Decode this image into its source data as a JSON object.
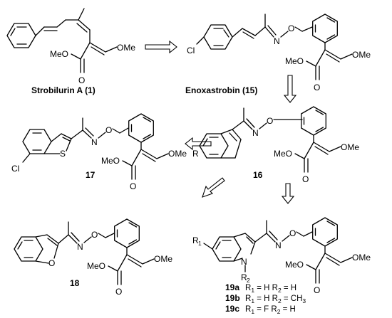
{
  "compounds": {
    "strobilurin": {
      "name": "Strobilurin A (1)"
    },
    "enoxastrobin": {
      "name": "Enoxastrobin (15)",
      "cl": "Cl"
    },
    "c17": {
      "name": "17",
      "s": "S",
      "cl": "Cl"
    },
    "c16": {
      "name": "16",
      "r": "R"
    },
    "c18": {
      "name": "18",
      "o": "O"
    },
    "c19": {
      "r1": "R",
      "r1_sub": "1",
      "n": "N",
      "r2": "R",
      "r2_sub": "2",
      "variants": [
        {
          "id": "19a",
          "r": "R",
          "r1_sub": "1",
          "r1_val": " = H ",
          "r2_sub": "2",
          "r2_val": " = H"
        },
        {
          "id": "19b",
          "r": "R",
          "r1_sub": "1",
          "r1_val": " = H ",
          "r2_sub": "2",
          "r2_val": " = CH",
          "r2_val_sub": "3"
        },
        {
          "id": "19c",
          "r": "R",
          "r1_sub": "1",
          "r1_val": " = F ",
          "r2_sub": "2",
          "r2_val": " = H"
        }
      ]
    }
  },
  "fragments": {
    "meo": "MeO",
    "ome": "OMe",
    "o": "O",
    "n": "N"
  },
  "arrows": [
    {
      "name": "arrow-strobilurin-to-enoxastrobin",
      "direction": "right"
    },
    {
      "name": "arrow-enoxastrobin-to-16",
      "direction": "down"
    },
    {
      "name": "arrow-16-to-17",
      "direction": "left"
    },
    {
      "name": "arrow-16-to-18",
      "direction": "down-left"
    },
    {
      "name": "arrow-16-to-19",
      "direction": "down"
    }
  ]
}
